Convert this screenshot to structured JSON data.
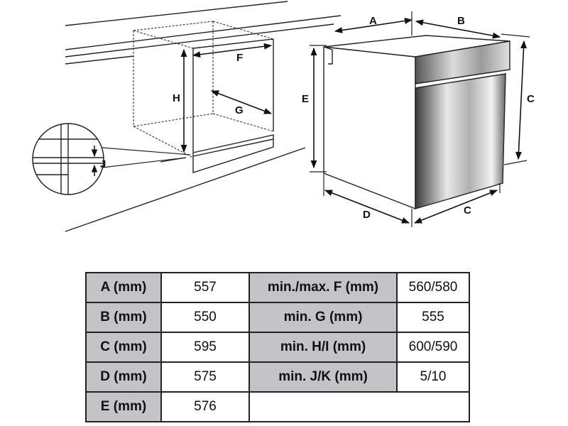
{
  "diagram": {
    "labels": {
      "a": "A",
      "b": "B",
      "c_height": "C",
      "c_depth": "C",
      "d": "D",
      "e": "E",
      "f": "F",
      "g": "G",
      "h": "H",
      "j": "J"
    }
  },
  "table": {
    "rows": [
      {
        "label1": "A (mm)",
        "value1": "557",
        "label2": "min./max. F (mm)",
        "value2": "560/580"
      },
      {
        "label1": "B (mm)",
        "value1": "550",
        "label2": "min. G (mm)",
        "value2": "555"
      },
      {
        "label1": "C (mm)",
        "value1": "595",
        "label2": "min. H/I (mm)",
        "value2": "600/590"
      },
      {
        "label1": "D (mm)",
        "value1": "575",
        "label2": "min. J/K (mm)",
        "value2": "5/10"
      },
      {
        "label1": "E (mm)",
        "value1": "576",
        "label2": "",
        "value2": ""
      }
    ]
  }
}
